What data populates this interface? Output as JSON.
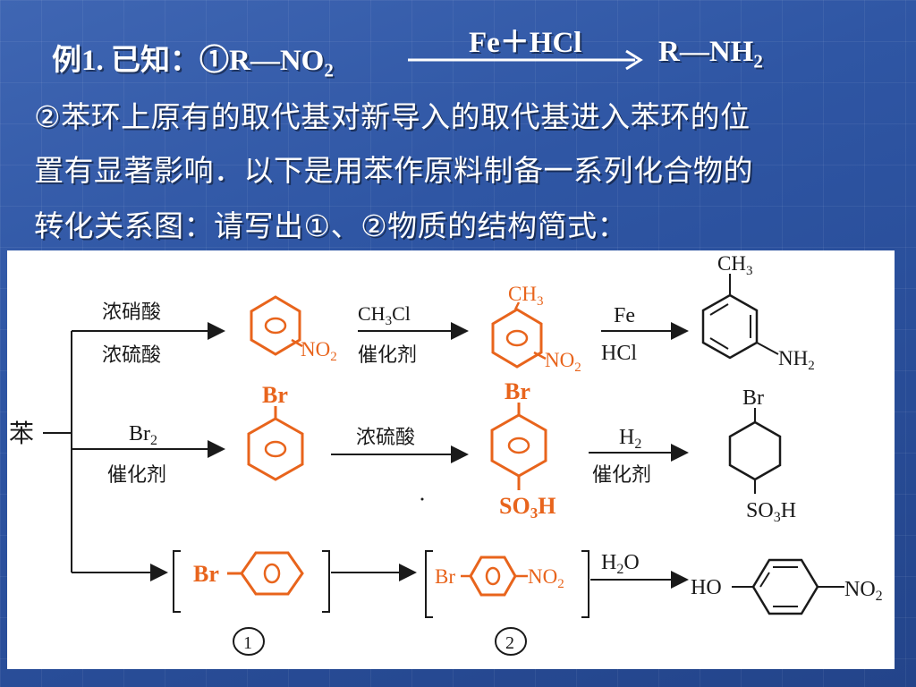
{
  "slide": {
    "example_label": "例1. 已知：",
    "circled_1": "①",
    "r_no2_r": "R—NO",
    "r_no2_sub": "2",
    "reagent": "Fe＋HCl",
    "r_nh2_r": "R—NH",
    "r_nh2_sub": "2",
    "line2": "②苯环上原有的取代基对新导入的取代基进入苯环的位",
    "line3": "置有显著影响．以下是用苯作原料制备一系列化合物的",
    "line4": "转化关系图：请写出①、②物质的结构简式："
  },
  "diagram": {
    "start": "苯",
    "row1": {
      "reagent_top": "浓硝酸",
      "reagent_bottom": "浓硫酸",
      "p1_sub": "NO",
      "p1_sub_idx": "2",
      "r2_top": "CH",
      "r2_top_idx": "3",
      "r2_top_tail": "Cl",
      "r2_bottom": "催化剂",
      "p2_top": "CH",
      "p2_top_idx": "3",
      "p2_sub": "NO",
      "p2_sub_idx": "2",
      "r3_top": "Fe",
      "r3_bottom": "HCl",
      "p3_top": "CH",
      "p3_top_idx": "3",
      "p3_sub": "NH",
      "p3_sub_idx": "2"
    },
    "row2": {
      "reagent_top": "Br",
      "reagent_top_idx": "2",
      "reagent_bottom": "催化剂",
      "p1_top": "Br",
      "r2_top": "浓硫酸",
      "p2_top": "Br",
      "p2_bottom": "SO",
      "p2_bottom_idx": "3",
      "p2_bottom_tail": "H",
      "r3_top": "H",
      "r3_top_idx": "2",
      "r3_bottom": "催化剂",
      "p3_top": "Br",
      "p3_bottom": "SO",
      "p3_bottom_idx": "3",
      "p3_bottom_tail": "H"
    },
    "row3": {
      "c1_sub": "Br",
      "c2_left": "Br",
      "c2_right": "NO",
      "c2_right_idx": "2",
      "r3_top": "H",
      "r3_top_idx": "2",
      "r3_top_tail": "O",
      "p3_left": "HO",
      "p3_right": "NO",
      "p3_right_idx": "2",
      "box1_label": "1",
      "box2_label": "2"
    },
    "colors": {
      "highlight": "#e8641c",
      "ink": "#1a1a1a"
    }
  }
}
